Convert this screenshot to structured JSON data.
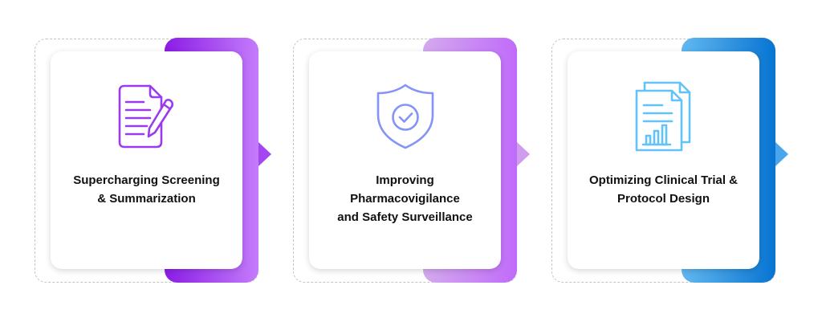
{
  "steps": [
    {
      "icon": "document-pencil-icon",
      "title_lines": [
        "Supercharging Screening",
        "& Summarization"
      ],
      "accent_colors": [
        "#8b1ce6",
        "#c47cfb"
      ],
      "icon_color": "#9b3bef"
    },
    {
      "icon": "shield-check-icon",
      "title_lines": [
        "Improving",
        "Pharmacovigilance",
        "and Safety Surveillance"
      ],
      "accent_colors": [
        "#d4aaee",
        "#c06bfa"
      ],
      "icon_color": "#8393f8"
    },
    {
      "icon": "documents-chart-icon",
      "title_lines": [
        "Optimizing Clinical Trial &",
        "Protocol Design"
      ],
      "accent_colors": [
        "#62b8f0",
        "#0774d2"
      ],
      "icon_color": "#63c3f7"
    }
  ]
}
